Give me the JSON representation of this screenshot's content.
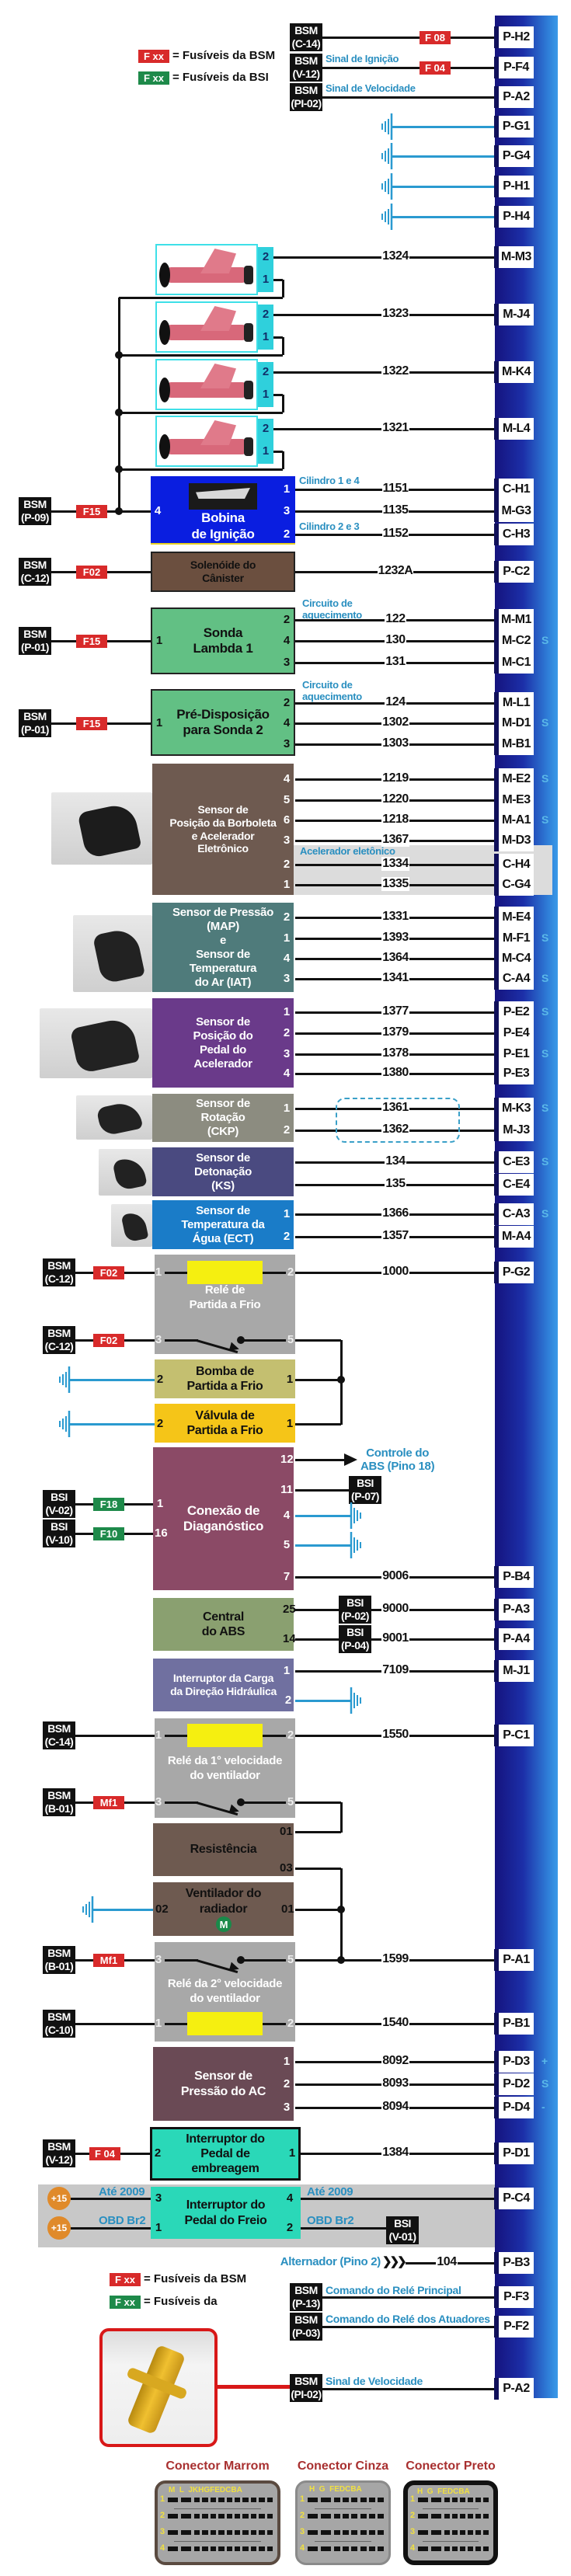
{
  "legend_top": {
    "bsm_fuse": "F xx",
    "bsm_label": "= Fusíveis da BSM",
    "bsi_fuse": "F xx",
    "bsi_label": "= Fusíveis da BSI"
  },
  "legend_bottom": {
    "bsm_fuse": "F xx",
    "bsm_label": "= Fusíveis da BSM",
    "bsi_fuse": "F xx",
    "bsi_label": "= Fusíveis da"
  },
  "colors": {
    "bsm_fuse": "#d82a2a",
    "bsi_fuse": "#1e8a4a",
    "ecu_bar": "#1a2aa0",
    "signal_text": "#2a8fc0",
    "ground": "#2a9ad0"
  },
  "top": {
    "sources": [
      {
        "unit": "BSM",
        "ref": "(C-14)"
      },
      {
        "unit": "BSM",
        "ref": "(V-12)"
      },
      {
        "unit": "BSM",
        "ref": "(PI-02)"
      }
    ],
    "signal_ign": "Sinal de Ignição",
    "signal_speed": "Sinal de Velocidade",
    "fuses": [
      "F 08",
      "F 04"
    ],
    "rows": [
      {
        "pin": "P-H2"
      },
      {
        "pin": "P-F4"
      },
      {
        "pin": "P-A2"
      }
    ],
    "ground_rows": [
      {
        "pin": "P-G1"
      },
      {
        "pin": "P-G4"
      },
      {
        "pin": "P-H1"
      },
      {
        "pin": "P-H4"
      }
    ]
  },
  "injectors": {
    "rows": [
      {
        "a": "2",
        "b": "1",
        "wire": "1324",
        "pin": "M-M3"
      },
      {
        "a": "2",
        "b": "1",
        "wire": "1323",
        "pin": "M-J4"
      },
      {
        "a": "2",
        "b": "1",
        "wire": "1322",
        "pin": "M-K4"
      },
      {
        "a": "2",
        "b": "1",
        "wire": "1321",
        "pin": "M-L4"
      }
    ]
  },
  "coil": {
    "title": "Bobina\nde Ignição",
    "source": {
      "unit": "BSM",
      "ref": "(P-09)"
    },
    "fuse": "F15",
    "in_pin": "4",
    "note_a": "Cilindro 1 e 4",
    "note_b": "Cilindro 2 e 3",
    "rows": [
      {
        "n": "1",
        "wire": "1151",
        "pin": "C-H1"
      },
      {
        "n": "3",
        "wire": "1135",
        "pin": "M-G3"
      },
      {
        "n": "2",
        "wire": "1152",
        "pin": "C-H3"
      }
    ]
  },
  "canister": {
    "title": "Solenóide do\nCânister",
    "source": {
      "unit": "BSM",
      "ref": "(C-12)"
    },
    "fuse": "F02",
    "rows": [
      {
        "wire": "1232A",
        "pin": "P-C2"
      }
    ]
  },
  "lambda1": {
    "title": "Sonda\nLambda  1",
    "source": {
      "unit": "BSM",
      "ref": "(P-01)"
    },
    "fuse": "F15",
    "in_pin": "1",
    "note": "Circuito de\naquecimento",
    "rows": [
      {
        "n": "2",
        "wire": "122",
        "pin": "M-M1"
      },
      {
        "n": "4",
        "wire": "130",
        "pin": "M-C2",
        "mark": "S"
      },
      {
        "n": "3",
        "wire": "131",
        "pin": "M-C1"
      }
    ]
  },
  "lambda2": {
    "title": "Pré-Disposição\npara Sonda 2",
    "source": {
      "unit": "BSM",
      "ref": "(P-01)"
    },
    "fuse": "F15",
    "in_pin": "1",
    "note": "Circuito de\naquecimento",
    "rows": [
      {
        "n": "2",
        "wire": "124",
        "pin": "M-L1"
      },
      {
        "n": "4",
        "wire": "1302",
        "pin": "M-D1",
        "mark": "S"
      },
      {
        "n": "3",
        "wire": "1303",
        "pin": "M-B1"
      }
    ]
  },
  "throttle": {
    "title": "Sensor de\nPosição da Borboleta\ne Acelerador\nEletrônico",
    "note": "Acelerador eletônico",
    "rows": [
      {
        "n": "4",
        "wire": "1219",
        "pin": "M-E2",
        "mark": "S"
      },
      {
        "n": "5",
        "wire": "1220",
        "pin": "M-E3"
      },
      {
        "n": "6",
        "wire": "1218",
        "pin": "M-A1",
        "mark": "S"
      },
      {
        "n": "3",
        "wire": "1367",
        "pin": "M-D3"
      },
      {
        "n": "2",
        "wire": "1334",
        "pin": "C-H4"
      },
      {
        "n": "1",
        "wire": "1335",
        "pin": "C-G4"
      }
    ]
  },
  "map": {
    "title": "Sensor de Pressão\n(MAP)\ne\nSensor de\nTemperatura\ndo Ar (IAT)",
    "rows": [
      {
        "n": "2",
        "wire": "1331",
        "pin": "M-E4"
      },
      {
        "n": "1",
        "wire": "1393",
        "pin": "M-F1",
        "mark": "S"
      },
      {
        "n": "4",
        "wire": "1364",
        "pin": "M-C4"
      },
      {
        "n": "3",
        "wire": "1341",
        "pin": "C-A4",
        "mark": "S"
      }
    ]
  },
  "pedal": {
    "title": "Sensor de\nPosição do\nPedal do\nAcelerador",
    "rows": [
      {
        "n": "1",
        "wire": "1377",
        "pin": "P-E2",
        "mark": "S"
      },
      {
        "n": "2",
        "wire": "1379",
        "pin": "P-E4"
      },
      {
        "n": "3",
        "wire": "1378",
        "pin": "P-E1",
        "mark": "S"
      },
      {
        "n": "4",
        "wire": "1380",
        "pin": "P-E3"
      }
    ]
  },
  "ckp": {
    "title": "Sensor de\nRotação\n(CKP)",
    "rows": [
      {
        "n": "1",
        "wire": "1361",
        "pin": "M-K3",
        "mark": "S"
      },
      {
        "n": "2",
        "wire": "1362",
        "pin": "M-J3"
      }
    ]
  },
  "ks": {
    "title": "Sensor de\nDetonação\n(KS)",
    "rows": [
      {
        "wire": "134",
        "pin": "C-E3",
        "mark": "S"
      },
      {
        "wire": "135",
        "pin": "C-E4"
      }
    ]
  },
  "ect": {
    "title": "Sensor de\nTemperatura da\nÁgua (ECT)",
    "rows": [
      {
        "n": "1",
        "wire": "1366",
        "pin": "C-A3",
        "mark": "S"
      },
      {
        "n": "2",
        "wire": "1357",
        "pin": "M-A4"
      }
    ]
  },
  "cold_relay": {
    "title": "Relé de\nPartida a Frio",
    "sources": [
      {
        "unit": "BSM",
        "ref": "(C-12)"
      },
      {
        "unit": "BSM",
        "ref": "(C-12)"
      }
    ],
    "fuses": [
      "F02",
      "F02"
    ],
    "coil_pins": [
      "1",
      "2"
    ],
    "switch_pins": [
      "3",
      "5"
    ],
    "row": {
      "wire": "1000",
      "pin": "P-G2"
    }
  },
  "cold_pump": {
    "title": "Bomba de\nPartida a Frio",
    "pins": [
      "2",
      "1"
    ]
  },
  "cold_valve": {
    "title": "Válvula de\nPartida a Frio",
    "pins": [
      "2",
      "1"
    ]
  },
  "diag": {
    "title": "Conexão de\nDiaganóstico",
    "sources": [
      {
        "unit": "BSI",
        "ref": "(V-02)"
      },
      {
        "unit": "BSI",
        "ref": "(V-10)"
      }
    ],
    "fuses": [
      "F18",
      "F10"
    ],
    "left_pins": [
      "1",
      "16"
    ],
    "right_pins": [
      "12",
      "11",
      "4",
      "5"
    ],
    "abs_note": "Controle do\nABS (Pino 18)",
    "bsi": {
      "unit": "BSI",
      "ref": "(P-07)"
    },
    "row": {
      "n": "7",
      "wire": "9006",
      "pin": "P-B4"
    }
  },
  "abs": {
    "title": "Central\ndo ABS",
    "rows": [
      {
        "n": "25",
        "bsi": {
          "unit": "BSI",
          "ref": "(P-02)"
        },
        "wire": "9000",
        "pin": "P-A3"
      },
      {
        "n": "14",
        "bsi": {
          "unit": "BSI",
          "ref": "(P-04)"
        },
        "wire": "9001",
        "pin": "P-A4"
      }
    ]
  },
  "steering": {
    "title": "Interruptor da Carga\nda Direção Hidráulica",
    "ground_pin": "2",
    "row": {
      "n": "1",
      "wire": "7109",
      "pin": "M-J1"
    }
  },
  "fan_relay1": {
    "title": "Relé da 1° velocidade\ndo ventilador",
    "sources": [
      {
        "unit": "BSM",
        "ref": "(C-14)"
      },
      {
        "unit": "BSM",
        "ref": "(B-01)"
      }
    ],
    "fuse": "Mf1",
    "coil_pins": [
      "1",
      "2"
    ],
    "switch_pins": [
      "3",
      "5"
    ],
    "row": {
      "wire": "1550",
      "pin": "P-C1"
    }
  },
  "resistor": {
    "title": "Resistência",
    "pins": [
      "01",
      "03"
    ]
  },
  "fan": {
    "title": "Ventilador do\nradiador",
    "motor": "M",
    "pins": [
      "02",
      "01"
    ]
  },
  "fan_relay2": {
    "title": "Relé da 2° velocidade\ndo ventilador",
    "sources": [
      {
        "unit": "BSM",
        "ref": "(B-01)"
      },
      {
        "unit": "BSM",
        "ref": "(C-10)"
      }
    ],
    "fuse": "Mf1",
    "switch_pins": [
      "3",
      "5"
    ],
    "coil_pins": [
      "1",
      "2"
    ],
    "rows": [
      {
        "wire": "1599",
        "pin": "P-A1"
      },
      {
        "wire": "1540",
        "pin": "P-B1"
      }
    ]
  },
  "ac": {
    "title": "Sensor de\nPressão do AC",
    "rows": [
      {
        "n": "1",
        "wire": "8092",
        "pin": "P-D3",
        "mark": "+"
      },
      {
        "n": "2",
        "wire": "8093",
        "pin": "P-D2",
        "mark": "S"
      },
      {
        "n": "3",
        "wire": "8094",
        "pin": "P-D4",
        "mark": "-"
      }
    ]
  },
  "clutch": {
    "title": "Interruptor do\nPedal de\nembreagem",
    "source": {
      "unit": "BSM",
      "ref": "(V-12)"
    },
    "fuse": "F 04",
    "pins": [
      "2",
      "1"
    ],
    "row": {
      "wire": "1384",
      "pin": "P-D1"
    }
  },
  "brake": {
    "title": "Interruptor do\nPedal do Freio",
    "supply": [
      "+15",
      "+15"
    ],
    "note_a": "Até 2009",
    "note_b": "OBD Br2",
    "left_pins": [
      "3",
      "1"
    ],
    "right_pins": [
      "4",
      "2"
    ],
    "row": {
      "pin": "P-C4"
    },
    "bsi": {
      "unit": "BSI",
      "ref": "(V-01)"
    }
  },
  "alternator": {
    "label": "Alternador (Pino 2)",
    "chevrons": "❯❯❯",
    "row": {
      "wire": "104",
      "pin": "P-B3"
    }
  },
  "relay_cmds": [
    {
      "source": {
        "unit": "BSM",
        "ref": "(P-13)"
      },
      "label": "Comando do Relé Principal",
      "pin": "P-F3"
    },
    {
      "source": {
        "unit": "BSM",
        "ref": "(P-03)"
      },
      "label": "Comando do Relé dos Atuadores",
      "pin": "P-F2"
    }
  ],
  "speed_sensor": {
    "source": {
      "unit": "BSM",
      "ref": "(PI-02)"
    },
    "label": "Sinal de Velocidade",
    "pin": "P-A2"
  },
  "connectors": [
    {
      "title": "Conector Marrom",
      "header": "M  L  JKHGFEDCBA",
      "rows": [
        "1",
        "2",
        "3",
        "4"
      ]
    },
    {
      "title": "Conector Cinza",
      "header": "H  G  FEDCBA",
      "rows": [
        "1",
        "2",
        "3",
        "4"
      ]
    },
    {
      "title": "Conector Preto",
      "header": "H  G  FEDCBA",
      "rows": [
        "1",
        "2",
        "3",
        "4"
      ]
    }
  ]
}
